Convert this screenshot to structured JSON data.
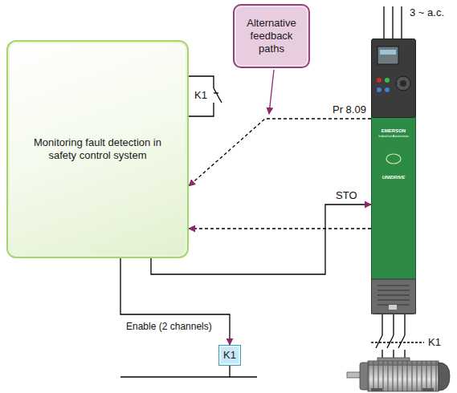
{
  "diagram": {
    "nodes": [
      {
        "text": [
          "Monitoring fault detection in safety control system"
        ]
      },
      {
        "text": [
          "Alternative feedback paths"
        ]
      },
      {
        "text": [
          "EMERSON",
          "Industrial Automation",
          "UNIDRIVE"
        ]
      },
      {
        "text": [
          "K1"
        ]
      }
    ],
    "edges": [
      {
        "from": 0,
        "to": 2,
        "arrow": "to",
        "label": "STO"
      },
      {
        "from": 2,
        "to": 0,
        "arrow": "to",
        "label": "Pr 8.09"
      },
      {
        "from": 2,
        "to": 0,
        "arrow": "to"
      },
      {
        "from": 0,
        "to": 3,
        "arrow": "to",
        "label": "Enable (2 channels)"
      }
    ],
    "labels": [
      "K1",
      "3 ~ a.c.",
      "K1"
    ]
  }
}
